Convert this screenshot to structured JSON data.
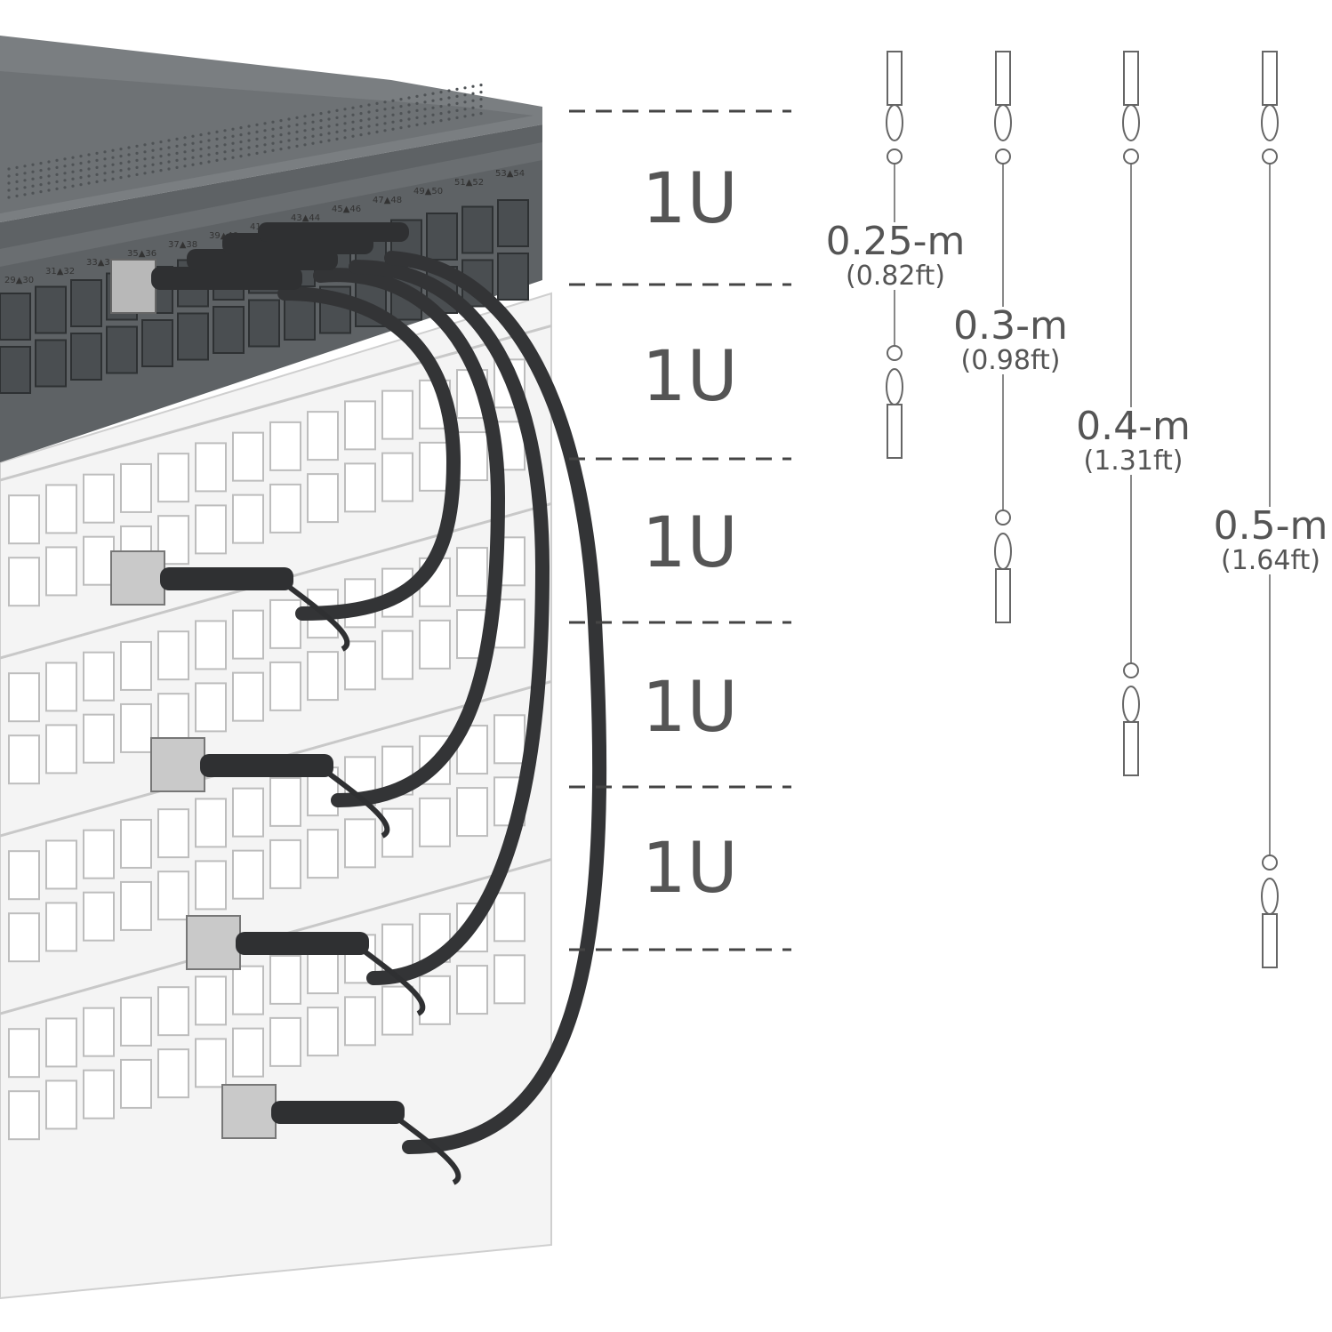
{
  "rack_units": [
    {
      "label": "1U"
    },
    {
      "label": "1U"
    },
    {
      "label": "1U"
    },
    {
      "label": "1U"
    },
    {
      "label": "1U"
    }
  ],
  "cables": [
    {
      "length": "0.25-m",
      "length_ft": "(0.82ft)"
    },
    {
      "length": "0.3-m",
      "length_ft": "(0.98ft)"
    },
    {
      "length": "0.4-m",
      "length_ft": "(1.31ft)"
    },
    {
      "length": "0.5-m",
      "length_ft": "(1.64ft)"
    }
  ],
  "switch_port_labels": [
    "29▲30",
    "31▲32",
    "33▲34",
    "35▲36",
    "37▲38",
    "39▲40",
    "41▲42",
    "43▲44",
    "45▲46",
    "47▲48",
    "49▲50",
    "51▲52",
    "53▲54"
  ],
  "colors": {
    "switch_body": "#6c7073",
    "switch_dark": "#4c5053",
    "cable": "#333436",
    "label_text": "#555555",
    "dash": "#444444"
  }
}
